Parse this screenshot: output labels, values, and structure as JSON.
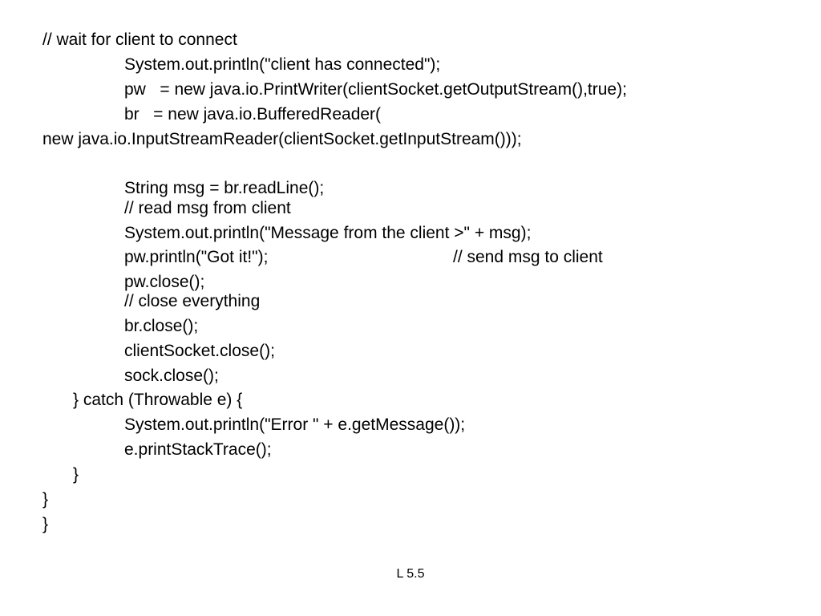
{
  "code_lines": [
    "// wait for client to connect",
    "System.out.println(\"client has connected\");",
    "pw   = new java.io.PrintWriter(clientSocket.getOutputStream(),true);",
    "br   = new java.io.BufferedReader(",
    "new java.io.InputStreamReader(clientSocket.getInputStream()));",
    "String msg = br.readLine();",
    "// read msg from client",
    "System.out.println(\"Message from the client >\" + msg);",
    "pw.println(\"Got it!\");",
    "// send msg to client",
    "pw.close();",
    "// close everything",
    "br.close();",
    "clientSocket.close();",
    "sock.close();",
    "} catch (Throwable e) {",
    "System.out.println(\"Error \" + e.getMessage());",
    "e.printStackTrace();",
    "}",
    "}",
    "}"
  ],
  "footer": {
    "slide_label": "L 5.5"
  }
}
